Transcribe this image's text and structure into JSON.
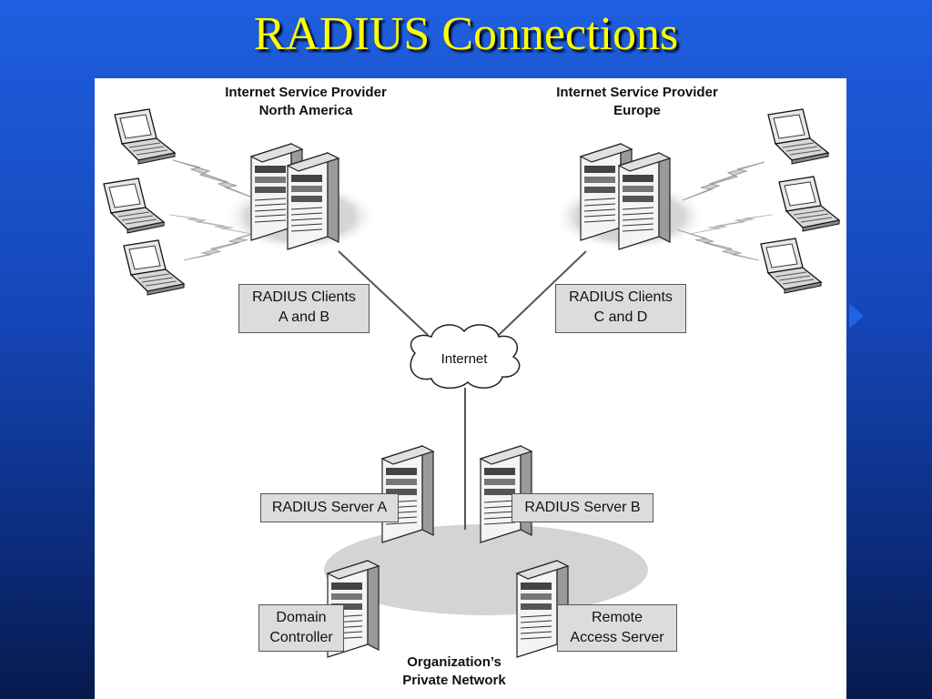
{
  "slide": {
    "title": "RADIUS Connections",
    "accent_color": "#ffff00",
    "background_color": "#1546b8"
  },
  "diagram": {
    "isp_na": {
      "line1": "Internet Service Provider",
      "line2": "North America"
    },
    "isp_eu": {
      "line1": "Internet Service Provider",
      "line2": "Europe"
    },
    "clients_ab": {
      "line1": "RADIUS Clients",
      "line2": "A and B"
    },
    "clients_cd": {
      "line1": "RADIUS Clients",
      "line2": "C and D"
    },
    "internet": "Internet",
    "server_a": "RADIUS Server A",
    "server_b": "RADIUS Server B",
    "domain_controller": {
      "line1": "Domain",
      "line2": "Controller"
    },
    "remote_access": {
      "line1": "Remote",
      "line2": "Access Server"
    },
    "private_network": {
      "line1": "Organization’s",
      "line2": "Private Network"
    }
  }
}
